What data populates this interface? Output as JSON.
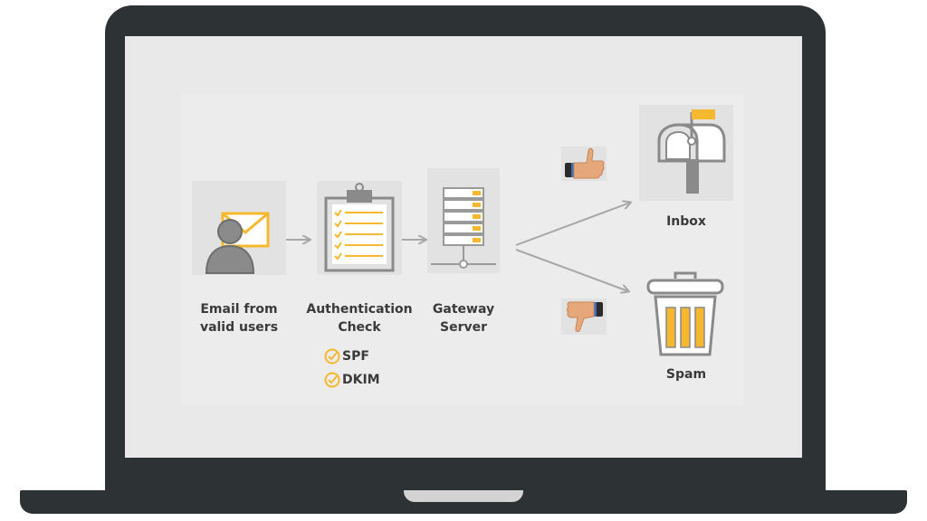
{
  "flow": {
    "sender_label_line1": "Email from",
    "sender_label_line2": "valid users",
    "auth_label_line1": "Authentication",
    "auth_label_line2": "Check",
    "auth_checks": [
      "SPF",
      "DKIM"
    ],
    "gateway_label_line1": "Gateway",
    "gateway_label_line2": "Server",
    "inbox_label": "Inbox",
    "spam_label": "Spam"
  },
  "icons": {
    "sender": "user-envelope-icon",
    "auth": "clipboard-checklist-icon",
    "gateway": "server-rack-icon",
    "inbox": "mailbox-icon",
    "spam": "trash-bin-icon",
    "approve": "thumbs-up-icon",
    "reject": "thumbs-down-icon",
    "check": "check-circle-icon"
  },
  "colors": {
    "accent": "#f5b82e",
    "icon_gray": "#8a8a8a",
    "dark_gray": "#5a5a5a",
    "arrow": "#a7a7a7",
    "laptop": "#2d3235",
    "screen": "#e9e9e9",
    "skin": "#e6a77a",
    "cuff": "#34495e"
  }
}
